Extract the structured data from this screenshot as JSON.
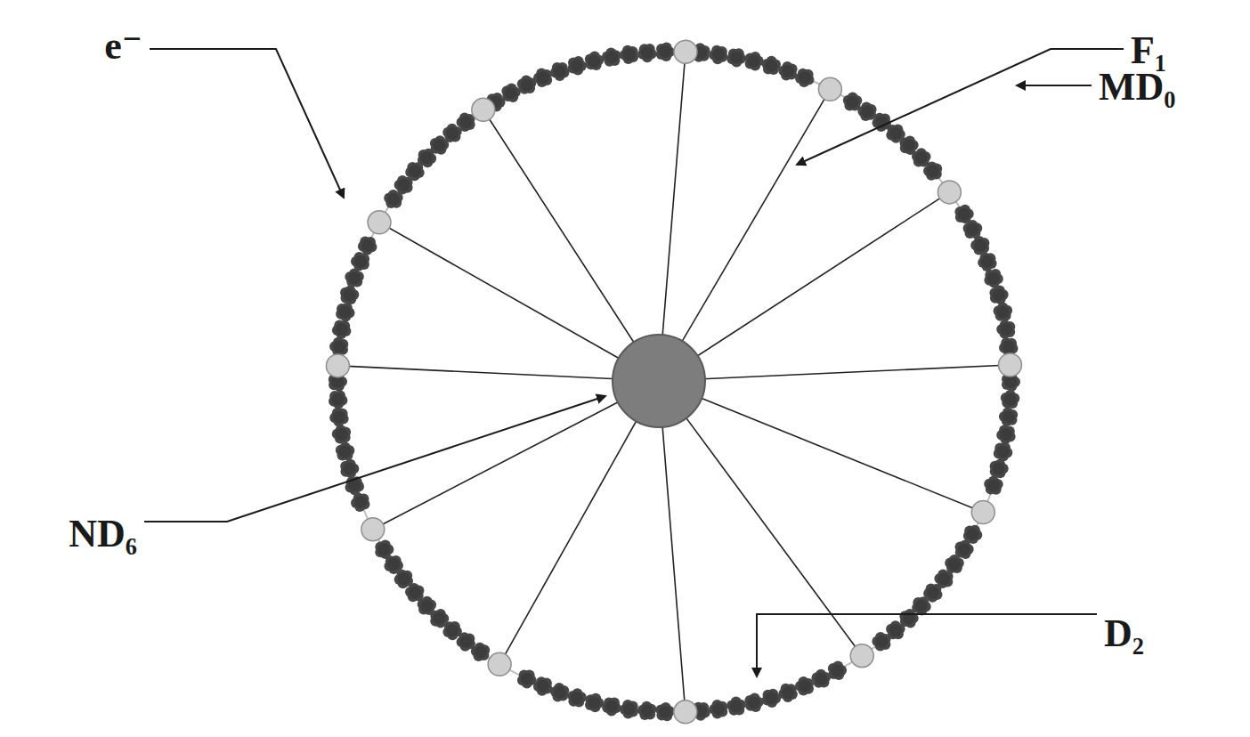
{
  "diagram": {
    "labels": [
      "e⁻",
      "F₁",
      "MD₀",
      "ND₆",
      "D₂"
    ]
  }
}
